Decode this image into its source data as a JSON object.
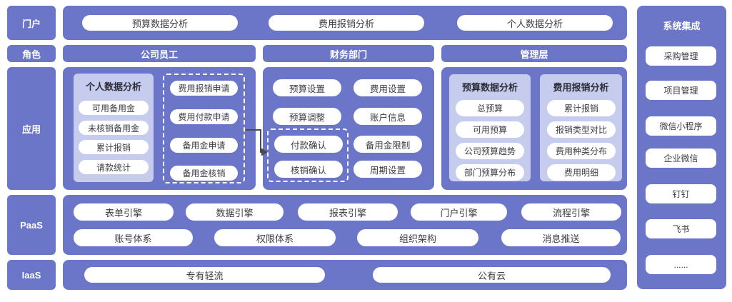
{
  "colors": {
    "block_purple": "#6b76c9",
    "panel_light_purple": "#c6ccee",
    "pill_white": "#ffffff",
    "pill_text": "#3d3d46",
    "arrow": "#4b4b52"
  },
  "left_labels": {
    "portal": "门户",
    "role": "角色",
    "app": "应用",
    "paas": "PaaS",
    "iaas": "IaaS"
  },
  "portal_row": {
    "items": [
      "预算数据分析",
      "费用报销分析",
      "个人数据分析"
    ]
  },
  "roles": {
    "employee": "公司员工",
    "finance": "财务部门",
    "management": "管理层"
  },
  "app": {
    "employee": {
      "personal": {
        "title": "个人数据分析",
        "items": [
          "可用备用金",
          "未核销备用金",
          "累计报销",
          "请款统计"
        ]
      },
      "requests": {
        "items": [
          "费用报销申请",
          "费用付款申请",
          "备用金申请",
          "备用金核销"
        ]
      }
    },
    "finance": {
      "budget_setting": "预算设置",
      "expense_setting": "费用设置",
      "budget_adjust": "预算调整",
      "account_info": "账户信息",
      "reserve_limit": "备用金限制",
      "cycle_setting": "周期设置",
      "confirm": {
        "items": [
          "付款确认",
          "核销确认"
        ]
      }
    },
    "management": {
      "budget": {
        "title": "预算数据分析",
        "items": [
          "总预算",
          "可用预算",
          "公司预算趋势",
          "部门预算分布"
        ]
      },
      "expense": {
        "title": "费用报销分析",
        "items": [
          "累计报销",
          "报销类型对比",
          "费用种类分布",
          "费用明细"
        ]
      }
    }
  },
  "paas": {
    "row1": [
      "表单引擎",
      "数据引擎",
      "报表引擎",
      "门户引擎",
      "流程引擎"
    ],
    "row2": [
      "账号体系",
      "权限体系",
      "组织架构",
      "消息推送"
    ]
  },
  "iaas": {
    "items": [
      "专有轻流",
      "公有云"
    ]
  },
  "integration": {
    "title": "系统集成",
    "items": [
      "采购管理",
      "项目管理",
      "微信小程序",
      "企业微信",
      "钉钉",
      "飞书",
      "......"
    ]
  }
}
